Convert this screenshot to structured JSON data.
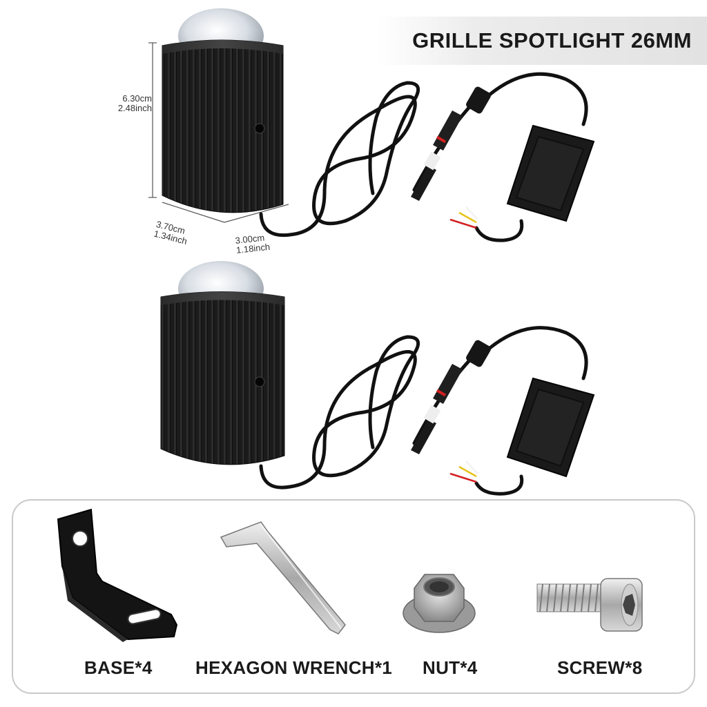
{
  "title": "GRILLE SPOTLIGHT 26MM",
  "dimensions": {
    "height_cm": "6.30cm",
    "height_inch": "2.48inch",
    "depth_cm": "3.70cm",
    "depth_inch": "1.34inch",
    "width_cm": "3.00cm",
    "width_inch": "1.18inch"
  },
  "accessories": [
    {
      "label": "BASE*4",
      "icon": "mounting-bracket-icon"
    },
    {
      "label": "HEXAGON WRENCH*1",
      "icon": "hex-wrench-icon"
    },
    {
      "label": "NUT*4",
      "icon": "hex-nut-icon"
    },
    {
      "label": "SCREW*8",
      "icon": "screw-icon"
    }
  ],
  "colors": {
    "housing": "#1c1c1c",
    "wire": "#111111",
    "wire_red": "#d42020",
    "wire_yellow": "#e8c21a",
    "wire_white": "#f2f2f2",
    "metal": "#b8b8b8"
  }
}
